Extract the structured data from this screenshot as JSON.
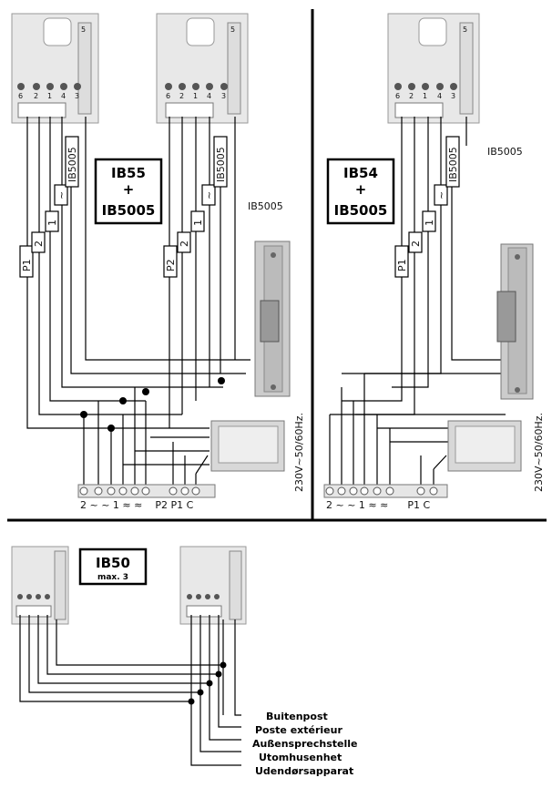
{
  "top_left": {
    "title": "IB55",
    "plus": "+",
    "title2": "IB5005",
    "side_label": "IB5005",
    "wire_tags": [
      "P1",
      "2",
      "1",
      "~",
      "IB5005"
    ],
    "wire_tags2": [
      "P2",
      "2",
      "1",
      "~",
      "IB5005"
    ],
    "terminal_labels": "2 ~ ~ 1 ≈ ≈    P2 P1 C",
    "power": "230V~50/60Hz.",
    "unit_terminals": [
      "6",
      "2",
      "1",
      "4",
      "3",
      "5"
    ],
    "unit_terminals2": [
      "6",
      "2",
      "1",
      "4",
      "3",
      "5"
    ]
  },
  "top_right": {
    "title": "IB54",
    "plus": "+",
    "title2": "IB5005",
    "side_label": "IB5005",
    "wire_tags": [
      "P1",
      "2",
      "1",
      "~",
      "IB5005"
    ],
    "terminal_labels": "2 ~ ~ 1 ≈ ≈      P1 C",
    "power": "230V~50/60Hz.",
    "unit_terminals": [
      "6",
      "2",
      "1",
      "4",
      "3",
      "5"
    ]
  },
  "bottom": {
    "title": "IB50",
    "subtitle": "max. 3",
    "legend": [
      "Buitenpost",
      "Poste extérieur",
      "Außensprechstelle",
      "Utomhusenhet",
      "Udendørsapparat"
    ]
  }
}
